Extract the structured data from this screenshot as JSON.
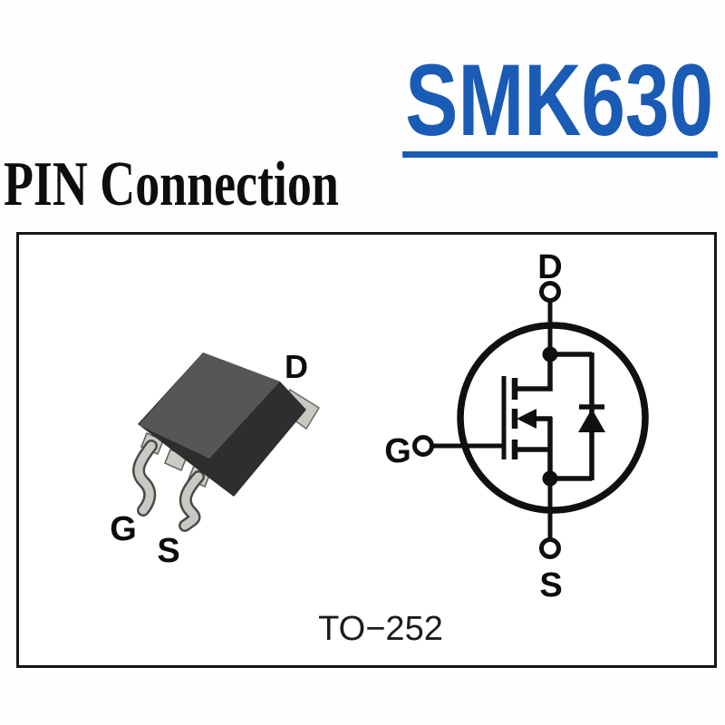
{
  "title": {
    "text": "SMK630",
    "color": "#1a5bb5"
  },
  "heading": {
    "text": "PIN Connection"
  },
  "diagram": {
    "package": {
      "type_caption": "TO−252",
      "labels": {
        "drain": "D",
        "gate": "G",
        "source": "S"
      }
    },
    "symbol": {
      "labels": {
        "drain": "D",
        "gate": "G",
        "source": "S"
      }
    },
    "line_color": "#101010"
  }
}
